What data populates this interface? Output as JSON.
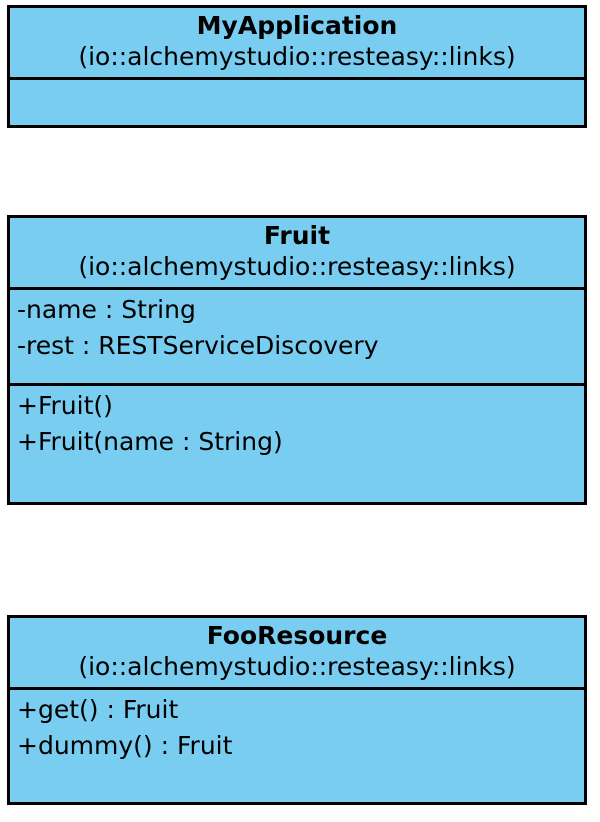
{
  "diagram": {
    "type": "uml-class-diagram",
    "background_color": "#ffffff",
    "class_fill_color": "#79cdf0",
    "border_color": "#000000",
    "classes": [
      {
        "name": "MyApplication",
        "package": "(io::alchemystudio::resteasy::links)",
        "attributes": [],
        "methods": []
      },
      {
        "name": "Fruit",
        "package": "(io::alchemystudio::resteasy::links)",
        "attributes": [
          "-name : String",
          "-rest : RESTServiceDiscovery"
        ],
        "methods": [
          "+Fruit()",
          "+Fruit(name : String)"
        ]
      },
      {
        "name": "FooResource",
        "package": "(io::alchemystudio::resteasy::links)",
        "attributes": [],
        "methods": [
          "+get() : Fruit",
          "+dummy() : Fruit"
        ]
      }
    ]
  }
}
